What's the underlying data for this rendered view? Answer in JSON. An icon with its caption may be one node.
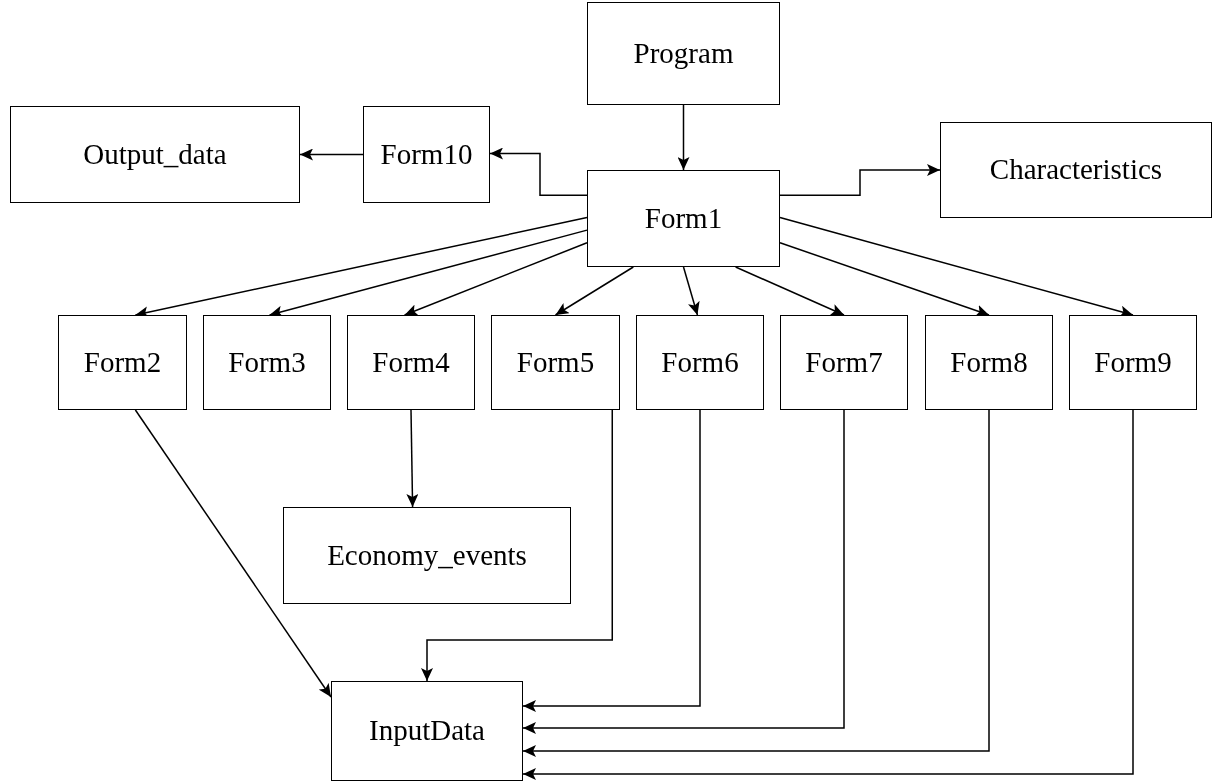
{
  "diagram": {
    "nodes": [
      {
        "text": [
          "Program"
        ]
      },
      {
        "text": [
          "Output_data"
        ]
      },
      {
        "text": [
          "Form10"
        ]
      },
      {
        "text": [
          "Characteristics"
        ]
      },
      {
        "text": [
          "Form1"
        ]
      },
      {
        "text": [
          "Form2"
        ]
      },
      {
        "text": [
          "Form3"
        ]
      },
      {
        "text": [
          "Form4"
        ]
      },
      {
        "text": [
          "Form5"
        ]
      },
      {
        "text": [
          "Form6"
        ]
      },
      {
        "text": [
          "Form7"
        ]
      },
      {
        "text": [
          "Form8"
        ]
      },
      {
        "text": [
          "Form9"
        ]
      },
      {
        "text": [
          "Economy_events"
        ]
      },
      {
        "text": [
          "InputData"
        ]
      }
    ],
    "edges": [
      {
        "from": 0,
        "to": 4,
        "arrow": "to"
      },
      {
        "from": 4,
        "to": 2,
        "arrow": "to"
      },
      {
        "from": 2,
        "to": 1,
        "arrow": "to"
      },
      {
        "from": 4,
        "to": 3,
        "arrow": "to"
      },
      {
        "from": 4,
        "to": 5,
        "arrow": "to"
      },
      {
        "from": 4,
        "to": 6,
        "arrow": "to"
      },
      {
        "from": 4,
        "to": 7,
        "arrow": "to"
      },
      {
        "from": 4,
        "to": 8,
        "arrow": "to"
      },
      {
        "from": 4,
        "to": 9,
        "arrow": "to"
      },
      {
        "from": 4,
        "to": 10,
        "arrow": "to"
      },
      {
        "from": 4,
        "to": 11,
        "arrow": "to"
      },
      {
        "from": 4,
        "to": 12,
        "arrow": "to"
      },
      {
        "from": 5,
        "to": 14,
        "arrow": "to"
      },
      {
        "from": 7,
        "to": 13,
        "arrow": "to"
      },
      {
        "from": 8,
        "to": 14,
        "arrow": "to"
      },
      {
        "from": 9,
        "to": 14,
        "arrow": "to"
      },
      {
        "from": 10,
        "to": 14,
        "arrow": "to"
      },
      {
        "from": 11,
        "to": 14,
        "arrow": "to"
      },
      {
        "from": 12,
        "to": 14,
        "arrow": "to"
      }
    ]
  }
}
